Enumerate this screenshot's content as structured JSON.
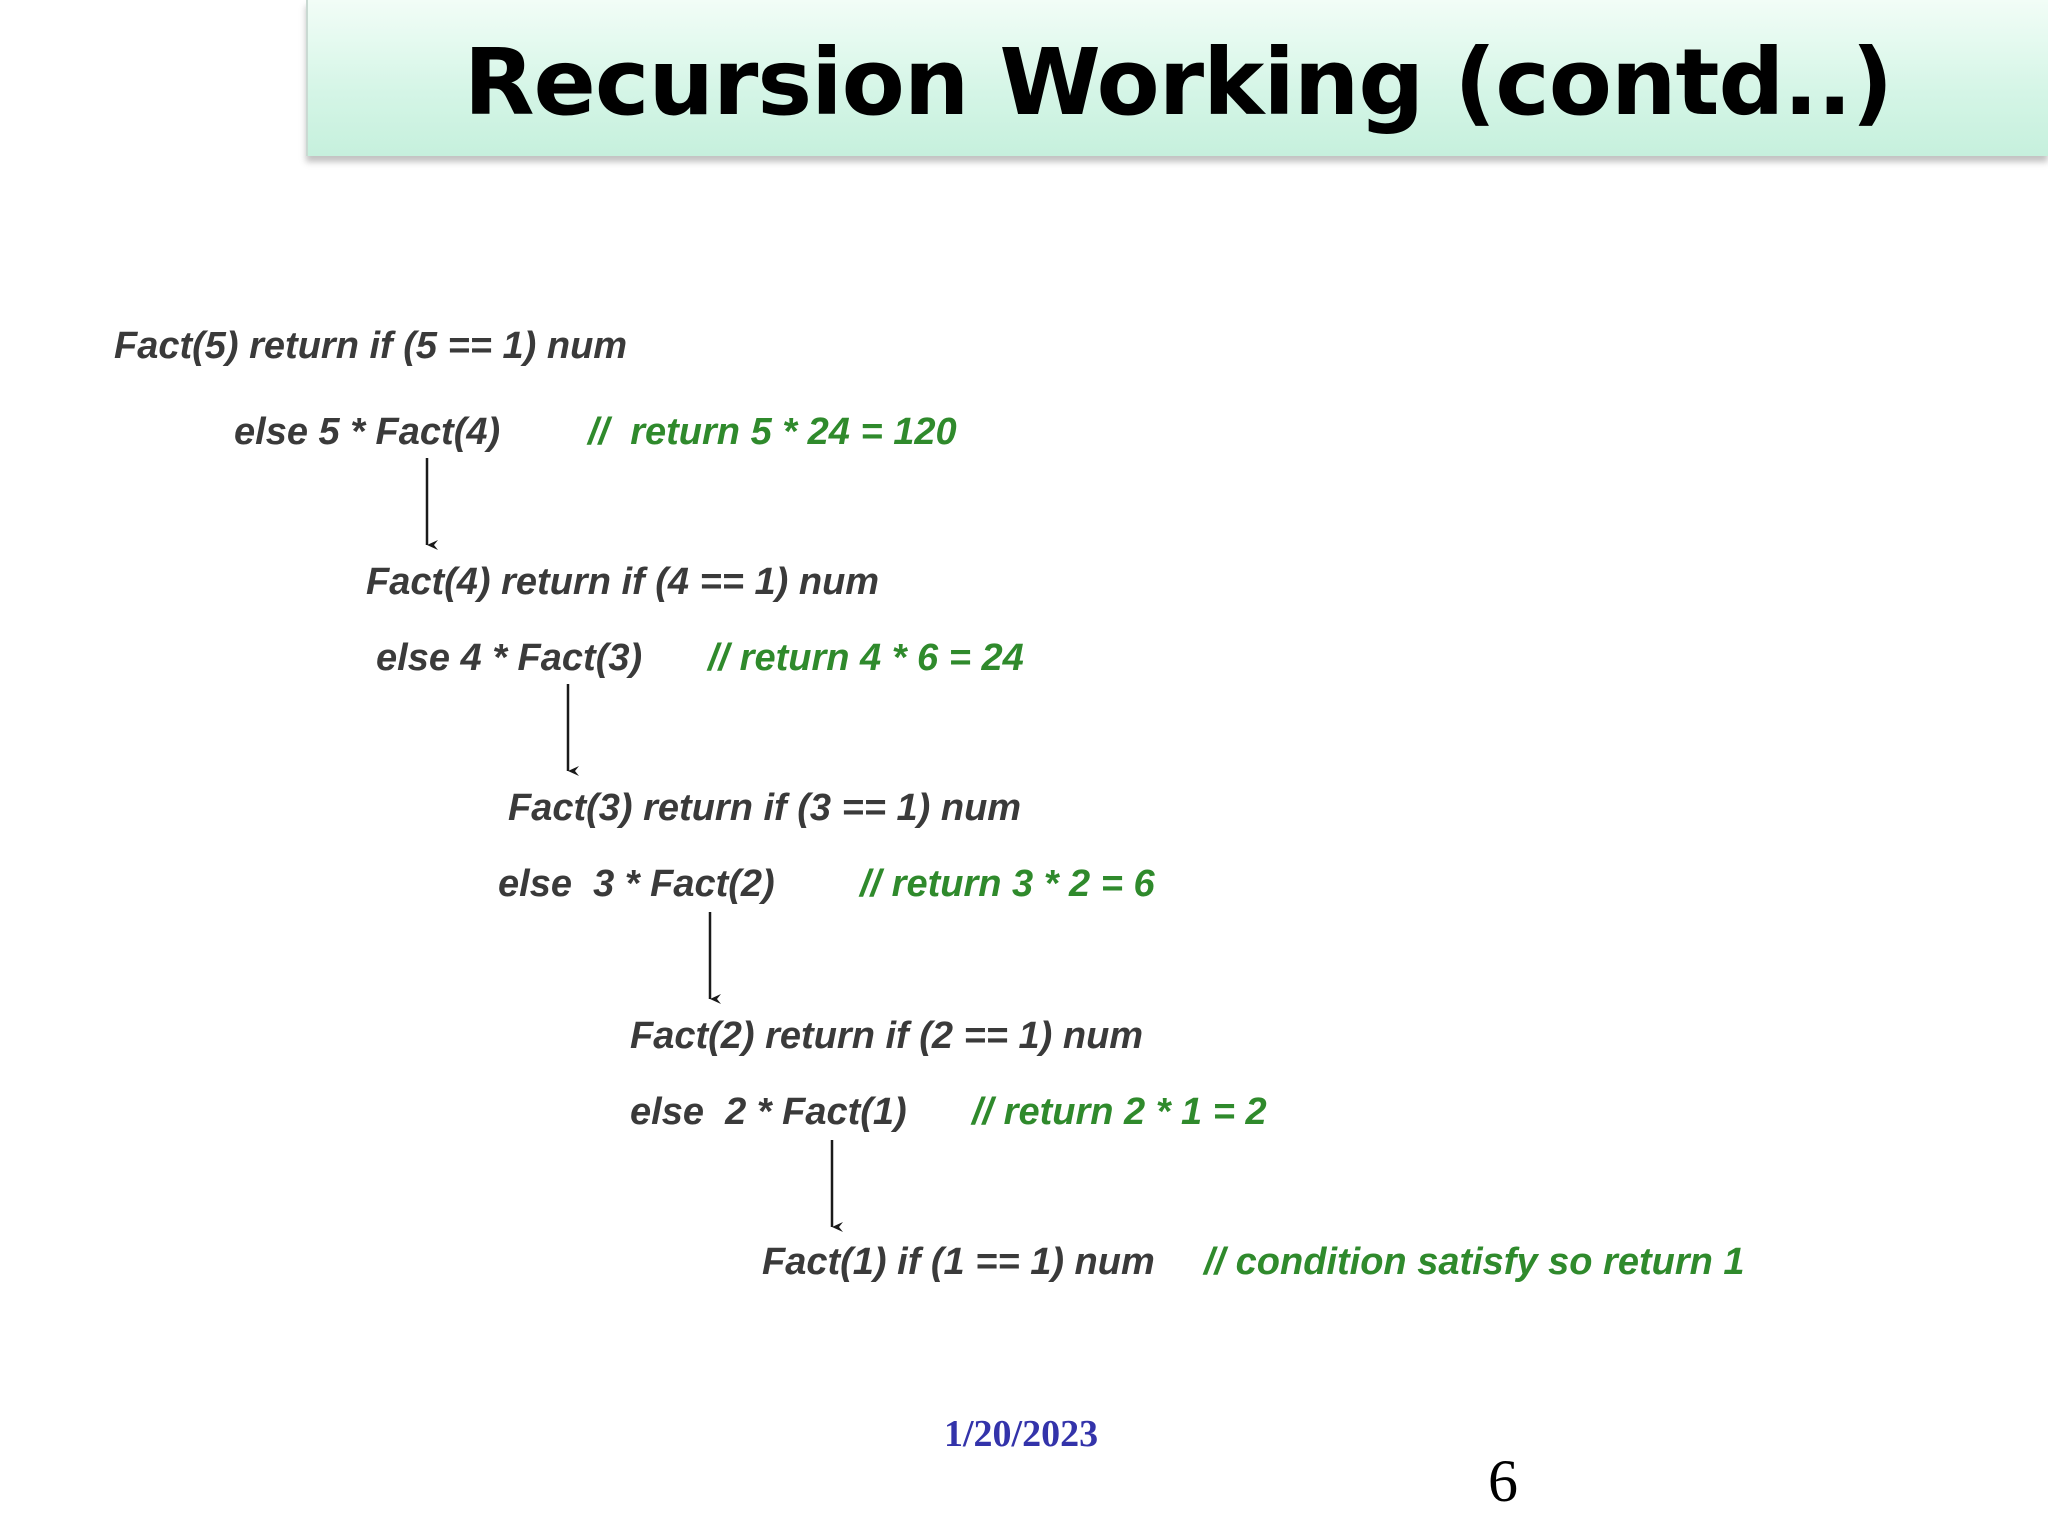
{
  "slide": {
    "title": "Recursion Working (contd..)",
    "date": "1/20/2023",
    "page_number": "6"
  },
  "trace": {
    "steps": [
      {
        "call": "Fact(5) return if (5 == 1) num",
        "else": "else 5 * Fact(4)",
        "comment": "//  return 5 * 24 = 120"
      },
      {
        "call": "Fact(4) return if (4 == 1) num",
        "else": "else 4 * Fact(3)",
        "comment": "// return 4 * 6 = 24"
      },
      {
        "call": "Fact(3) return if (3 == 1) num",
        "else": "else  3 * Fact(2)",
        "comment": "// return 3 * 2 = 6"
      },
      {
        "call": "Fact(2) return if (2 == 1) num",
        "else": "else  2 * Fact(1)",
        "comment": "// return 2 * 1 = 2"
      }
    ],
    "base": {
      "call": "Fact(1) if (1 == 1) num",
      "comment": "// condition satisfy so return 1"
    }
  },
  "colors": {
    "code": "#3a3a3a",
    "comment": "#2f8a2c",
    "date": "#3333aa",
    "title_bg": "#d4f5e6"
  }
}
